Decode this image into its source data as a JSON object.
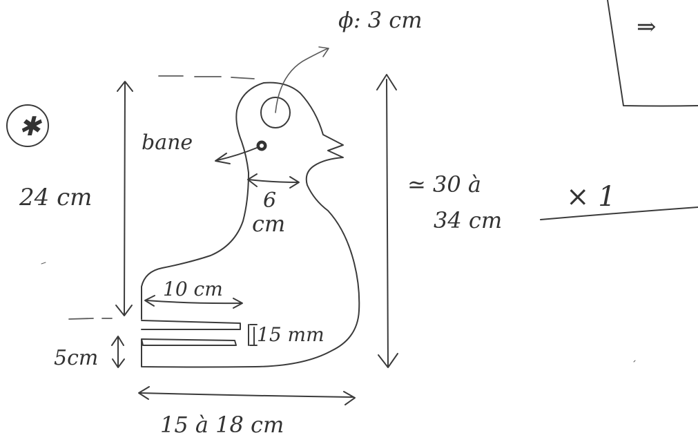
{
  "labels": {
    "diameter": "ϕ: 3 cm",
    "perch": "bane",
    "circled_mark": "✱",
    "height_inner": "24 cm",
    "neck_width_value": "6",
    "neck_width_unit": "cm",
    "height_total_line1": "≃ 30 à",
    "height_total_line2": "34 cm",
    "multiplier": "× 1",
    "arrow_symbol": "⇒",
    "base_top_length": "10 cm",
    "base_thickness": "15 mm",
    "base_height": "5cm",
    "base_width": "15 à 18 cm"
  },
  "colors": {
    "ink": "#3a3a3a",
    "paper": "#ffffff"
  }
}
